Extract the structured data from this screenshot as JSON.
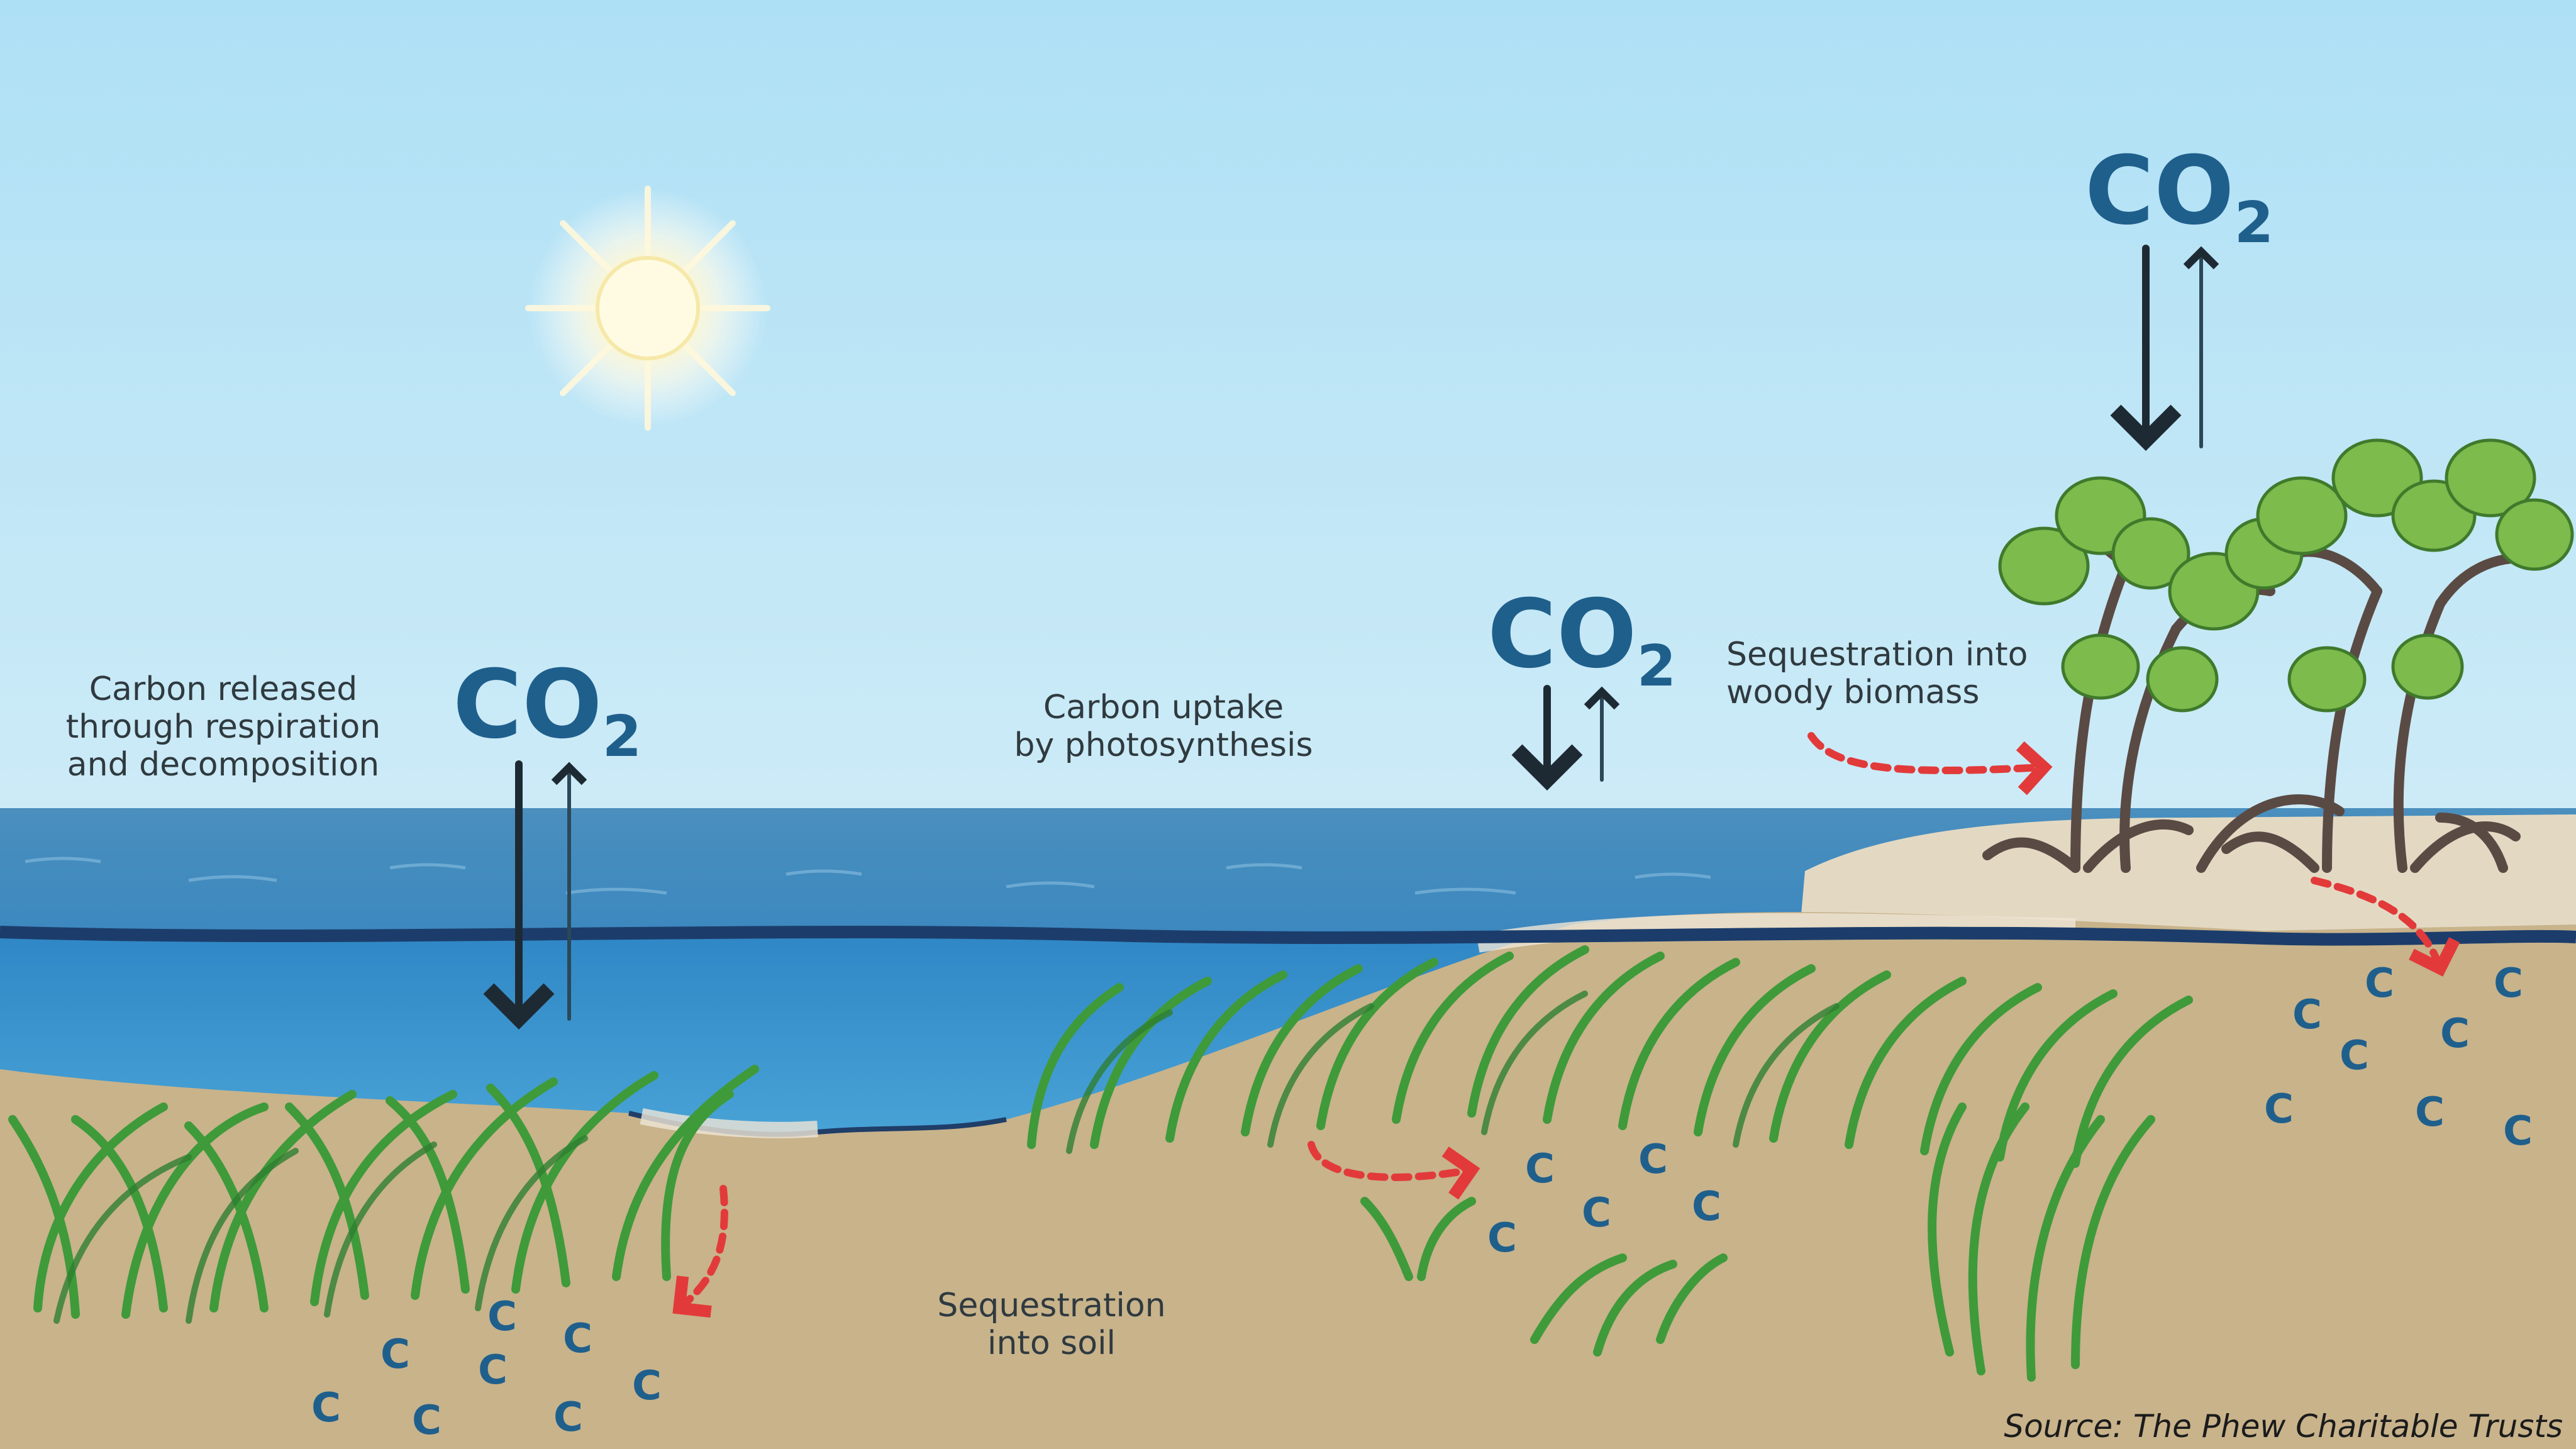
{
  "colors": {
    "sky_top": "#aee0f5",
    "sky_bottom": "#cbebf7",
    "sea_surface": "#4f95c0",
    "sea_body": "#3f99cf",
    "sea_line": "#1c3d6b",
    "sand": "#c8b38b",
    "sand_light": "#e2d8c4",
    "seagrass": "#3f9a3a",
    "mangrove_trunk": "#5a4a44",
    "mangrove_leaf": "#7cbb4c",
    "co2_text": "#1f5f8c",
    "arrow_dark": "#1e2a33",
    "arrow_red": "#e23a3a"
  },
  "co2": {
    "main": "CO",
    "subscript": "2"
  },
  "labels": {
    "respiration": [
      "Carbon released",
      "through respiration",
      "and decomposition"
    ],
    "photosynthesis": [
      "Carbon uptake",
      "by photosynthesis"
    ],
    "woody": [
      "Sequestration into",
      "woody biomass"
    ],
    "soil": [
      "Sequestration",
      "into soil"
    ]
  },
  "carbon_symbol": "C",
  "source": "Source: The Phew Charitable Trusts"
}
